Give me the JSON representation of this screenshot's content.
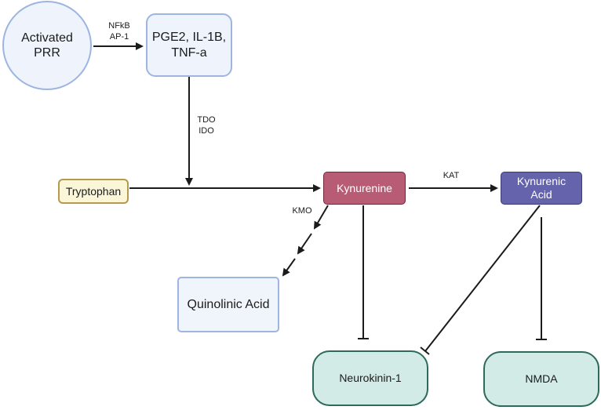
{
  "diagram": {
    "nodes": {
      "activated_prr": {
        "label": "Activated\nPRR",
        "shape": "circle",
        "fill": "#eef3fc",
        "stroke": "#9db5e0"
      },
      "cytokines": {
        "label": "PGE2, IL-1B,\nTNF-a",
        "shape": "rounded-rect",
        "fill": "#eef3fc",
        "stroke": "#9db5e0"
      },
      "tryptophan": {
        "label": "Tryptophan",
        "shape": "rounded-rect",
        "fill": "#fbf6d8",
        "stroke": "#b39b4d"
      },
      "kynurenine": {
        "label": "Kynurenine",
        "shape": "rect",
        "fill": "#b85c75",
        "stroke": "#6e2a3c"
      },
      "kynurenic_acid": {
        "label": "Kynurenic\nAcid",
        "shape": "rect",
        "fill": "#6463ac",
        "stroke": "#3a3a78"
      },
      "quinolinic_acid": {
        "label": "Quinolinic Acid",
        "shape": "rect",
        "fill": "#f0f4fb",
        "stroke": "#9db5e0"
      },
      "neurokinin_1": {
        "label": "Neurokinin-1",
        "shape": "rounded-rect",
        "fill": "#d3ebe6",
        "stroke": "#2d6a5c"
      },
      "nmda": {
        "label": "NMDA",
        "shape": "rounded-rect",
        "fill": "#d3ebe6",
        "stroke": "#2d6a5c"
      }
    },
    "edge_labels": {
      "prr_to_cytokines": "NFkB\nAP-1",
      "cytokines_to_pathway": "TDO\nIDO",
      "kynurenine_to_kynurenic": "KAT",
      "kynurenine_to_quinolinic": "KMO"
    },
    "edges": [
      {
        "from": "activated_prr",
        "to": "cytokines",
        "type": "activation",
        "label": "NFkB AP-1"
      },
      {
        "from": "cytokines",
        "to": "tryptophan_kynurenine_edge",
        "type": "activation",
        "label": "TDO IDO"
      },
      {
        "from": "tryptophan",
        "to": "kynurenine",
        "type": "activation"
      },
      {
        "from": "kynurenine",
        "to": "kynurenic_acid",
        "type": "activation",
        "label": "KAT"
      },
      {
        "from": "kynurenine",
        "to": "quinolinic_acid",
        "type": "multi-step",
        "label": "KMO"
      },
      {
        "from": "kynurenine",
        "to": "neurokinin_1",
        "type": "inhibition"
      },
      {
        "from": "kynurenic_acid",
        "to": "neurokinin_1",
        "type": "inhibition"
      },
      {
        "from": "kynurenic_acid",
        "to": "nmda",
        "type": "inhibition"
      }
    ],
    "line_color": "#1b1b1b"
  }
}
